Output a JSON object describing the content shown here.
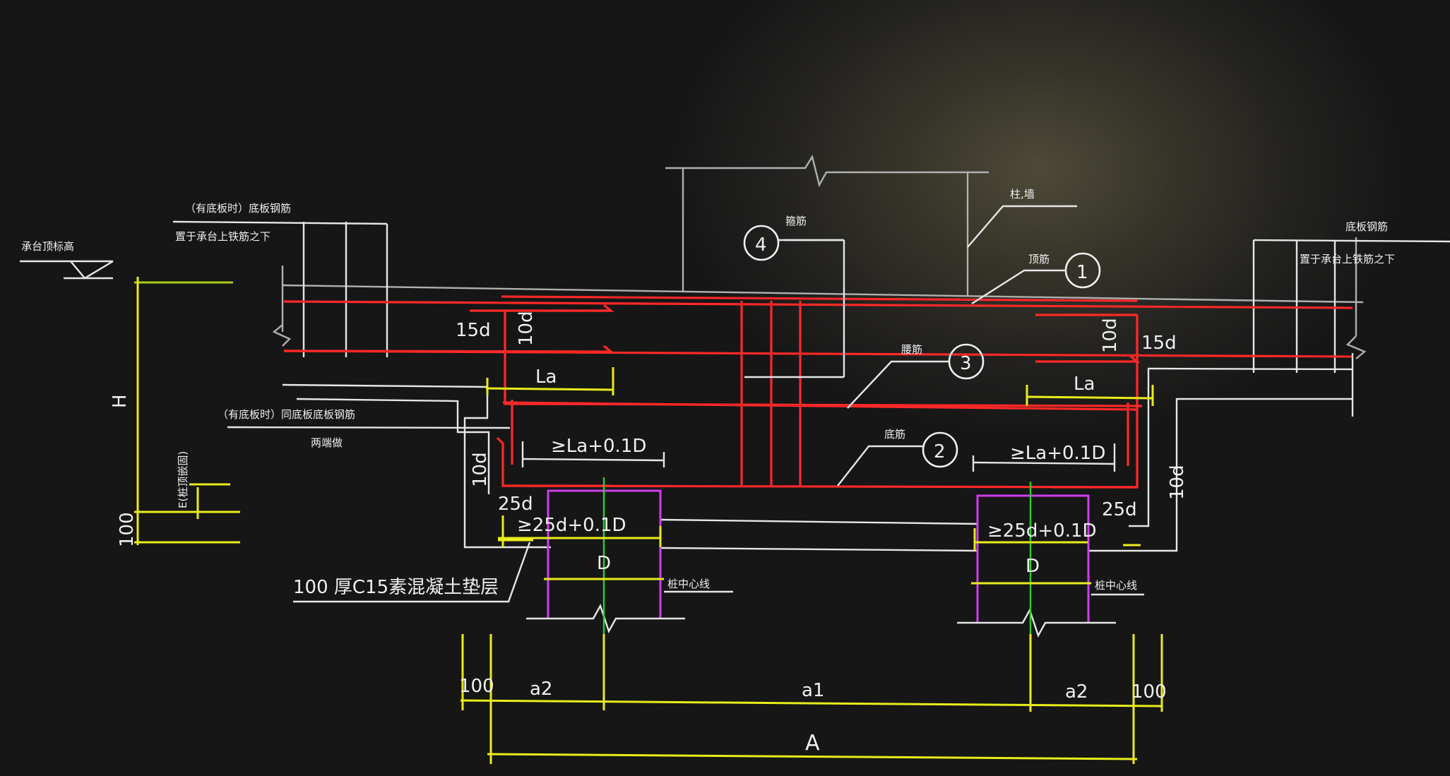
{
  "drawing": {
    "markers": [
      "1",
      "2",
      "3",
      "4"
    ],
    "labels": {
      "col": "柱,墙",
      "top_bar": "顶筋",
      "bottom_bar": "底筋",
      "mid_bar": "腰筋",
      "stirrup": "箍筋",
      "cap_top": "承台顶标高",
      "note_top_left_1": "（有底板时）底板钢筋",
      "note_top_left_2": "置于承台上铁筋之下",
      "note_top_right_1": "底板钢筋",
      "note_top_right_2": "置于承台上铁筋之下",
      "note_mid_left": "（有底板时）同底板底板钢筋",
      "note_mid_left_2": "两端做",
      "pile_center_l": "桩中心线",
      "pile_center_r": "桩中心线",
      "cushion": "100 厚C15素混凝土垫层",
      "e_label": "E(桩顶嵌固)"
    },
    "dims": {
      "h": "H",
      "h100": "100",
      "la_l": "La",
      "la_r": "La",
      "d15_l": "15d",
      "d15_r": "15d",
      "d10_l": "10d",
      "d10_r": "10d",
      "d10_vl": "10d",
      "d10_vr": "10d",
      "d25_l": "25d",
      "d25_r": "25d",
      "la01_l": "≥La+0.1D",
      "la01_r": "≥La+0.1D",
      "d2501_l": "≥25d+0.1D",
      "d2501_r": "≥25d+0.1D",
      "D_l": "D",
      "D_r": "D",
      "b100_l": "100",
      "b100_r": "100",
      "a2_l": "a2",
      "a2_r": "a2",
      "a1": "a1",
      "A": "A"
    }
  }
}
